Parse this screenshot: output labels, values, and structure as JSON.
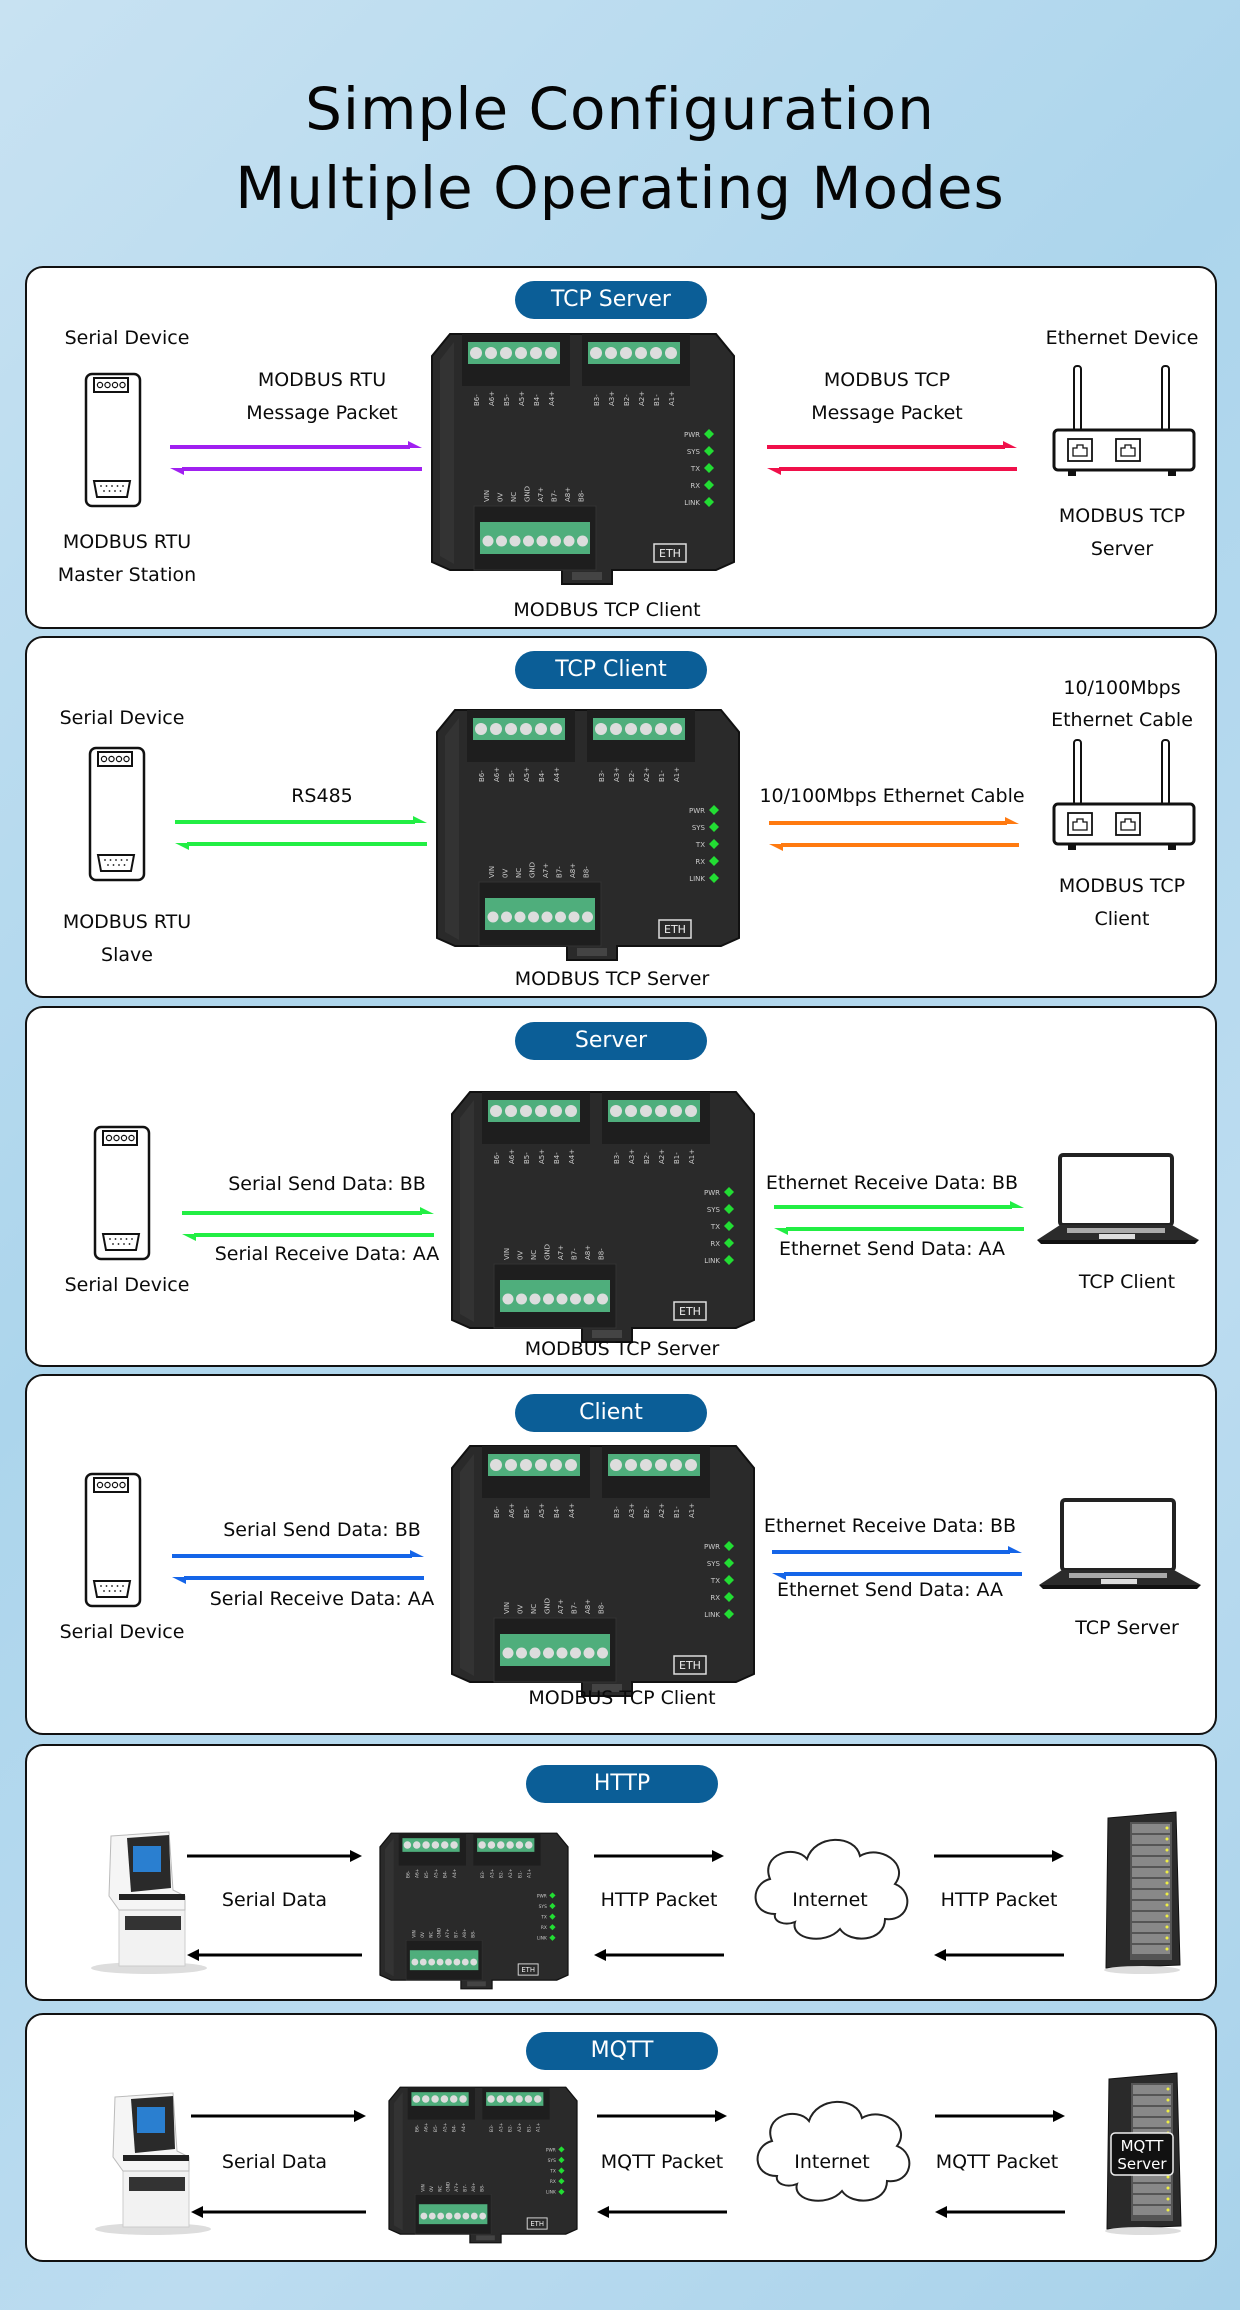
{
  "title": {
    "line1": "Simple Configuration",
    "line2": "Multiple Operating Modes"
  },
  "colors": {
    "pill_bg": "#0b5e97",
    "purple_arrow": "#a020f0",
    "red_arrow": "#f0104a",
    "green_arrow": "#22ee44",
    "orange_arrow": "#ff7a10",
    "blue_arrow": "#1565e8",
    "black_arrow": "#000000",
    "led_green": "#22dd33",
    "terminal_green": "#4fae7c"
  },
  "device": {
    "top_left_pins": [
      "B6-",
      "A6+",
      "B5-",
      "A5+",
      "B4-",
      "A4+"
    ],
    "top_right_pins": [
      "B3-",
      "A3+",
      "B2-",
      "A2+",
      "B1-",
      "A1+"
    ],
    "bottom_pins": [
      "VIN",
      "0V",
      "NC",
      "GND",
      "A7+",
      "B7-",
      "A8+",
      "B8-"
    ],
    "leds": [
      "PWR",
      "SYS",
      "TX",
      "RX",
      "LINK"
    ],
    "eth_label": "ETH"
  },
  "panels": [
    {
      "mode": "TCP Server",
      "left_top_label": "Serial Device",
      "left_bottom_label": [
        "MODBUS RTU",
        "Master Station"
      ],
      "left_arrow_label": [
        "MODBUS RTU",
        "Message Packet"
      ],
      "center_label": "MODBUS TCP Client",
      "right_arrow_label": [
        "MODBUS TCP",
        "Message Packet"
      ],
      "right_top_label": "Ethernet Device",
      "right_bottom_label": [
        "MODBUS TCP",
        "Server"
      ]
    },
    {
      "mode": "TCP Client",
      "left_top_label": "Serial Device",
      "left_bottom_label": [
        "MODBUS RTU",
        "Slave"
      ],
      "left_arrow_label": "RS485",
      "center_label": "MODBUS TCP Server",
      "right_arrow_label": "10/100Mbps Ethernet Cable",
      "right_top_label": [
        "10/100Mbps",
        "Ethernet Cable"
      ],
      "right_bottom_label": [
        "MODBUS TCP",
        "Client"
      ]
    },
    {
      "mode": "Server",
      "left_label": "Serial Device",
      "left_send": "Serial Send Data: BB",
      "left_recv": "Serial Receive Data: AA",
      "center_label": "MODBUS TCP Server",
      "right_send": "Ethernet Receive Data: BB",
      "right_recv": "Ethernet Send Data: AA",
      "right_label": "TCP Client"
    },
    {
      "mode": "Client",
      "left_label": "Serial Device",
      "left_send": "Serial Send Data: BB",
      "left_recv": "Serial Receive Data: AA",
      "center_label": "MODBUS TCP Client",
      "right_send": "Ethernet Receive Data: BB",
      "right_recv": "Ethernet Send Data: AA",
      "right_label": "TCP Server"
    },
    {
      "mode": "HTTP",
      "left_arrow_label": "Serial Data",
      "mid_arrow_label": "HTTP Packet",
      "cloud_label": "Internet",
      "right_arrow_label": "HTTP Packet"
    },
    {
      "mode": "MQTT",
      "left_arrow_label": "Serial Data",
      "mid_arrow_label": "MQTT Packet",
      "cloud_label": "Internet",
      "right_arrow_label": "MQTT Packet",
      "server_badge": [
        "MQTT",
        "Server"
      ]
    }
  ]
}
